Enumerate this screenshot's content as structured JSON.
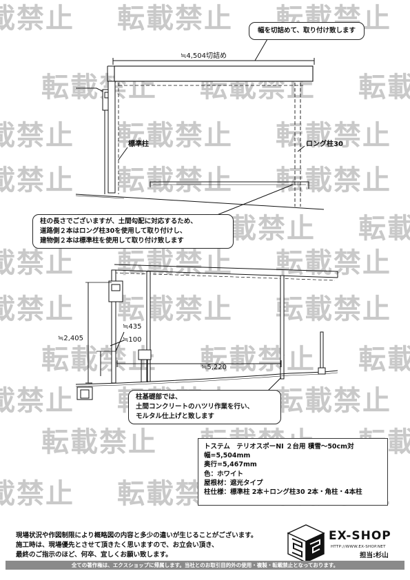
{
  "watermark": {
    "text": "転載禁止",
    "color": "#c9c9c9"
  },
  "top_view": {
    "note": "幅を切詰めて、取り付け致します",
    "width_dim": "≒4,504切詰め",
    "post_left_label": "標準柱",
    "post_right_label": "ロング柱30",
    "explanation": [
      "柱の長さでございますが、土間勾配に対応するため、",
      "道路側２本はロング柱30を使用して取り付けし、",
      "建物側２本は標準柱を使用して取り付け致します"
    ]
  },
  "side_view": {
    "height_dim": "≒2,405",
    "dim_435": "≒435",
    "dim_100": "≒100",
    "depth_dim": "≒5,220",
    "foundation_note": [
      "柱基礎部では、",
      "土間コンクリートのハツリ作業を行い、",
      "モルタル仕上げと致します"
    ]
  },
  "spec": {
    "title": "トステム　テリオスポーNI ２台用 積雪～50cm対",
    "width": "幅=5,504mm",
    "depth": "奥行=5,467mm",
    "color": "色：ホワイト",
    "roof": "屋根材：遮光タイプ",
    "posts": "柱仕様：標準柱 2本＋ロング柱30 2本・角柱・4本柱"
  },
  "footer": {
    "notes": [
      "現場状況や作図制限により概略図の内容と多少の違いが生じることがございます。",
      "施工時は、現場優先とさせて頂きたく思いますので、お立会い頂き、",
      "最終のご指示のほど、何卒、宜しくお願い致します。"
    ],
    "brand": "EX-SHOP",
    "url": "HTTP://WWW.EX-SHOP.NET",
    "contact": "担当:杉山",
    "copyright": "全ての著作権は、エクスショップに帰属します。当社とのお取引目的外の使用・複製・転載禁止となっております。"
  }
}
